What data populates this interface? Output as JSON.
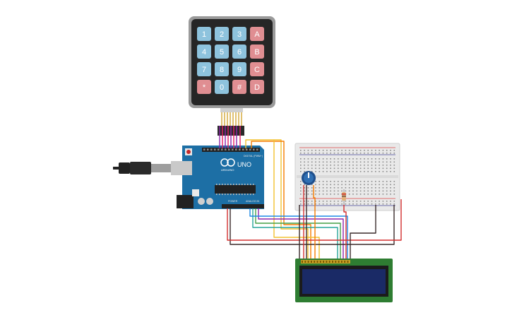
{
  "keypad": {
    "keys": [
      [
        "1",
        "2",
        "3",
        "A"
      ],
      [
        "4",
        "5",
        "6",
        "B"
      ],
      [
        "7",
        "8",
        "9",
        "C"
      ],
      [
        "*",
        "0",
        "#",
        "D"
      ]
    ],
    "colors": {
      "digit": "#8ec3dd",
      "letter": "#e08e92",
      "body": "#262626",
      "bezel": "#9a9a9a"
    }
  },
  "arduino": {
    "logo_text": "ARDUINO",
    "model": "UNO",
    "header_digital": "DIGITAL (PWM~)",
    "header_power": "POWER",
    "header_analog": "ANALOG IN",
    "colors": {
      "board": "#1d6fa5",
      "usb": "#c9c9c9"
    }
  },
  "breadboard": {
    "colors": {
      "body": "#e9e9e9",
      "red_rail": "#d44",
      "blue_rail": "#449"
    }
  },
  "lcd": {
    "colors": {
      "pcb": "#2e7d32",
      "screen": "#1a2a66"
    }
  },
  "wire_colors": {
    "red": "#d32f2f",
    "dark": "#3a2a2a",
    "orange": "#f57c00",
    "yellow": "#f2c230",
    "green": "#43a047",
    "blue": "#1e88e5",
    "purple": "#8e24aa",
    "teal": "#26a69a",
    "pink": "#e91e63",
    "gray": "#777777"
  }
}
